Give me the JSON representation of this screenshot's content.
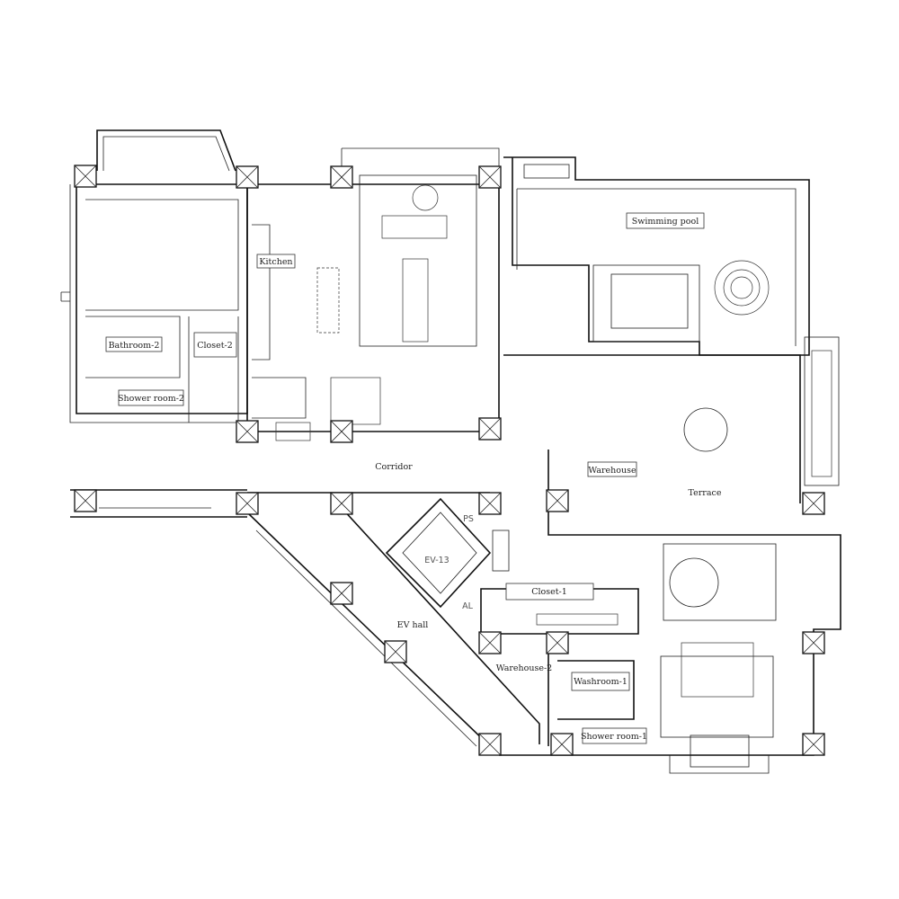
{
  "rooms": {
    "swimming_pool": "Swimming pool",
    "kitchen": "Kitchen",
    "bathroom_2": "Bathroom-2",
    "closet_2": "Closet-2",
    "shower_room_2": "Shower room-2",
    "corridor": "Corridor",
    "warehouse": "Warehouse",
    "terrace": "Terrace",
    "ps": "PS",
    "ev_13": "EV-13",
    "closet_1": "Closet-1",
    "al": "AL",
    "ev_hall": "EV hall",
    "warehouse_2": "Warehouse-2",
    "washroom_1": "Washroom-1",
    "shower_room_1": "Shower room-1"
  }
}
